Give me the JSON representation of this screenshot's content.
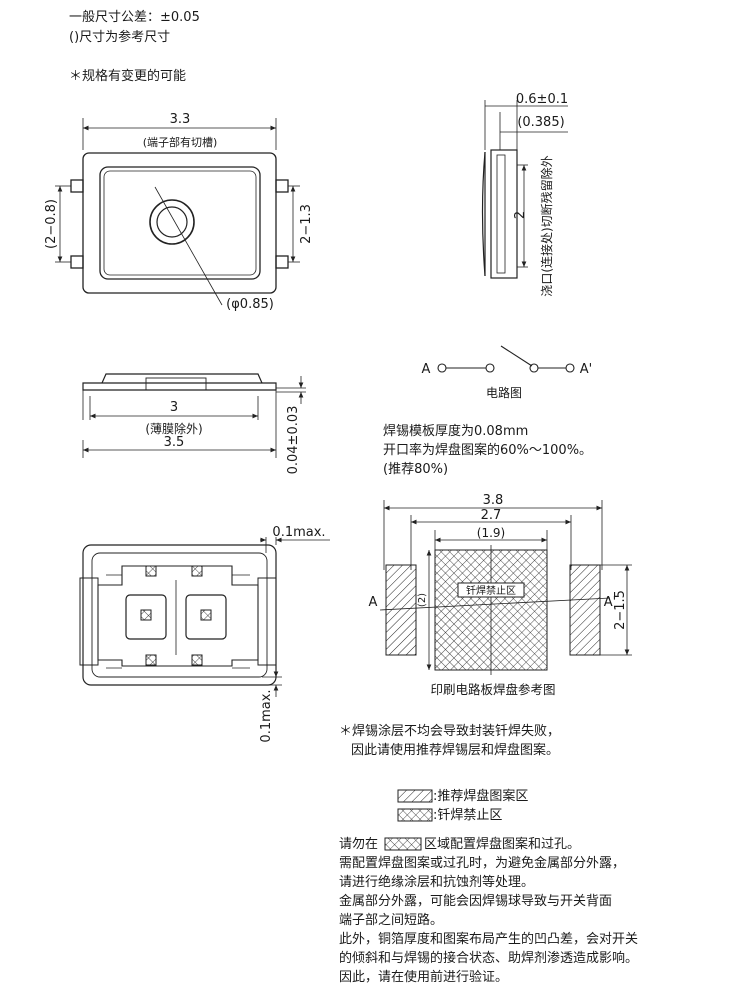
{
  "notes": {
    "tolerance": "一般尺寸公差：±0.05",
    "reference": "()尺寸为参考尺寸",
    "subject_to_change": "＊规格有变更的可能"
  },
  "top_view": {
    "width": "3.3",
    "terminal_note": "(端子部有切槽)",
    "height_left": "(2−0.8)",
    "height_right": "2−1.3",
    "diameter": "(φ0.85)"
  },
  "side_view": {
    "thickness": "0.6±0.1",
    "thickness_ref": "(0.385)",
    "height": "2",
    "gate_note": "浇口(连接处)切断残留除外"
  },
  "front_view": {
    "inner_width": "3",
    "film_note": "(薄膜除外)",
    "total_width": "3.5",
    "terminal_height": "0.04±0.03"
  },
  "bottom_view": {
    "top_max": "0.1max.",
    "bottom_max": "0.1max."
  },
  "circuit": {
    "terminal_a": "A",
    "terminal_a_prime": "A'",
    "caption": "电路图"
  },
  "stencil": {
    "line1": "焊锡模板厚度为0.08mm",
    "line2": "开口率为焊盘图案的60%～100%。",
    "line3": "(推荐80%)"
  },
  "pcb": {
    "total_width": "3.8",
    "outer_pitch": "2.7",
    "inner_width": "(1.9)",
    "forbidden_label": "钎焊禁止区",
    "side_label": "(2)",
    "pad_height": "2−1.5",
    "label_a": "A",
    "label_a_prime": "A'",
    "caption": "印刷电路板焊盘参考图"
  },
  "warning": {
    "line1": "＊焊锡涂层不均会导致封装钎焊失败，",
    "line2": "因此请使用推荐焊锡层和焊盘图案。"
  },
  "legend": {
    "recommended": ":推荐焊盘图案区",
    "forbidden": ":钎焊禁止区"
  },
  "bottom_text": {
    "line1a": "请勿在",
    "line1b": "区域配置焊盘图案和过孔。",
    "line2": "需配置焊盘图案或过孔时，为避免金属部分外露，",
    "line3": "请进行绝缘涂层和抗蚀剂等处理。",
    "line4": "金属部分外露，可能会因焊锡球导致与开关背面",
    "line5": "端子部之间短路。",
    "line6": "此外，铜箔厚度和图案布局产生的凹凸差，会对开关",
    "line7": "的倾斜和与焊锡的接合状态、助焊剂渗透造成影响。",
    "line8": "因此，请在使用前进行验证。"
  }
}
